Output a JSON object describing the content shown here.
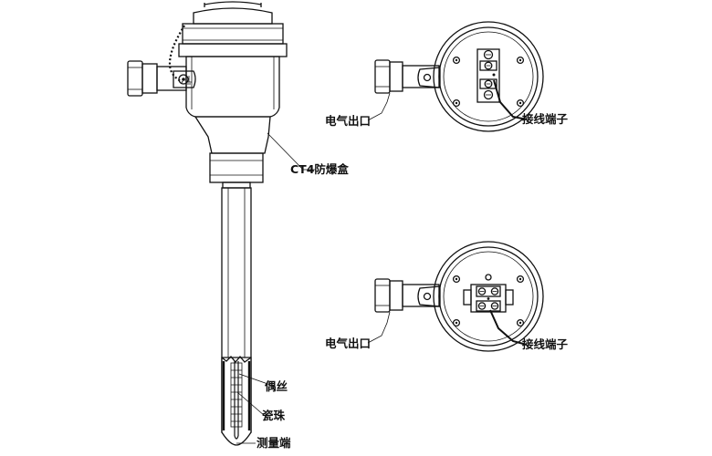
{
  "labels": {
    "housing": "CT4防爆盒",
    "wire": "偶丝",
    "bead": "瓷珠",
    "tip": "测量端",
    "outlet_top": "电气出口",
    "terminal_top": "接线端子",
    "outlet_bottom": "电气出口",
    "terminal_bottom": "接线端子"
  },
  "colors": {
    "ink": "#111111",
    "background": "#ffffff"
  }
}
